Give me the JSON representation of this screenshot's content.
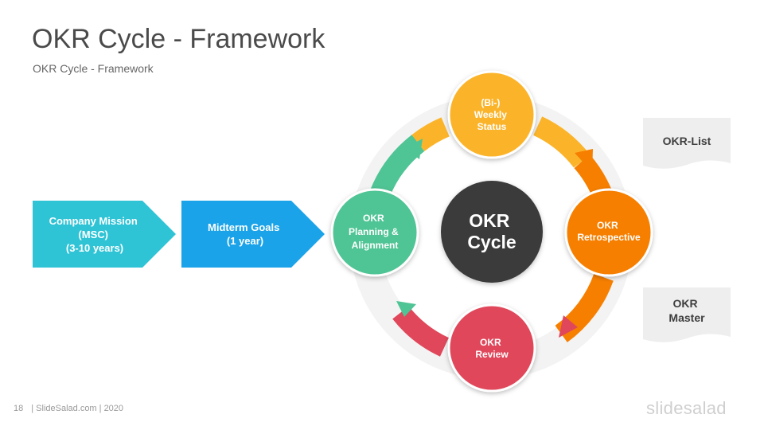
{
  "header": {
    "title": "OKR Cycle - Framework",
    "subtitle": "OKR Cycle - Framework"
  },
  "chevrons": {
    "mission": {
      "line1": "Company Mission",
      "line2": "(MSC)",
      "line3": "(3-10 years)"
    },
    "midterm": {
      "line1": "Midterm Goals",
      "line2": "(1 year)"
    }
  },
  "cycle": {
    "center": {
      "line1": "OKR",
      "line2": "Cycle"
    },
    "weekly": {
      "line1": "(Bi-)",
      "line2": "Weekly",
      "line3": "Status"
    },
    "retro": {
      "line1": "OKR",
      "line2": "Retrospective"
    },
    "review": {
      "line1": "OKR",
      "line2": "Review"
    },
    "planning": {
      "line1": "OKR",
      "line2": "Planning &",
      "line3": "Alignment"
    }
  },
  "documents": {
    "okr_list": "OKR-List",
    "okr_master": {
      "line1": "OKR",
      "line2": "Master"
    }
  },
  "footer": {
    "page_number": "18",
    "credit": "| SlideSalad.com | 2020",
    "brand": "slidesalad"
  },
  "colors": {
    "cyan": "#2ec4d6",
    "blue": "#1aa3e8",
    "yellow": "#fbb42a",
    "orange": "#f77f00",
    "red": "#e0475a",
    "green": "#4fc494",
    "center": "#3a3a3a",
    "doc": "#eeeeee"
  }
}
